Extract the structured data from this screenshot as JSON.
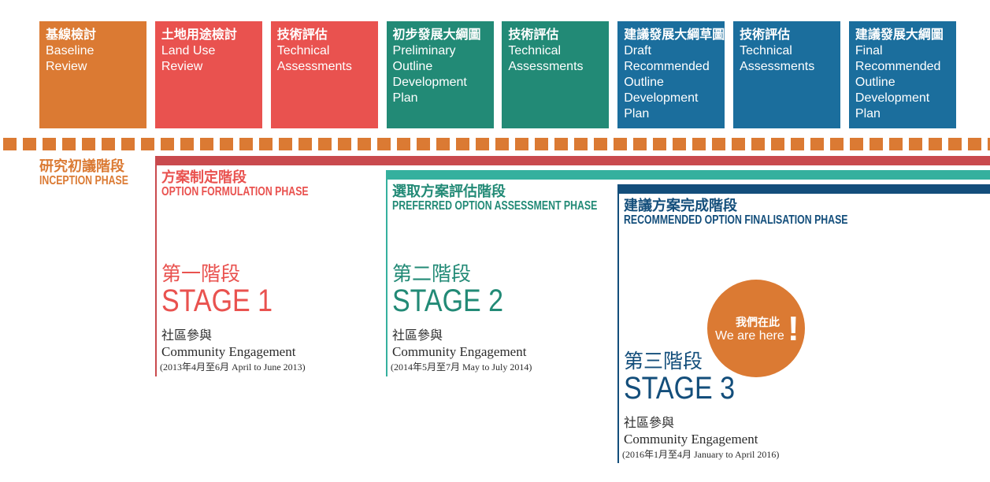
{
  "tasks": [
    {
      "zh": "基線檢討",
      "en": [
        "Baseline",
        "Review"
      ]
    },
    {
      "zh": "土地用途檢討",
      "en": [
        "Land Use",
        "Review"
      ]
    },
    {
      "zh": "技術評估",
      "en": [
        "Technical",
        "Assessments"
      ]
    },
    {
      "zh": "初步發展大綱圖",
      "en": [
        "Preliminary",
        "Outline",
        "Development",
        "Plan"
      ]
    },
    {
      "zh": "技術評估",
      "en": [
        "Technical",
        "Assessments"
      ]
    },
    {
      "zh": "建議發展大綱草圖",
      "en": [
        "Draft",
        "Recommended",
        "Outline",
        "Development",
        "Plan"
      ]
    },
    {
      "zh": "技術評估",
      "en": [
        "Technical",
        "Assessments"
      ]
    },
    {
      "zh": "建議發展大綱圖",
      "en": [
        "Final",
        "Recommended",
        "Outline",
        "Development",
        "Plan"
      ]
    }
  ],
  "phases": {
    "inception": {
      "zh": "研究初議階段",
      "en": "INCEPTION PHASE"
    },
    "option_formulation": {
      "zh": "方案制定階段",
      "en": "OPTION FORMULATION PHASE"
    },
    "preferred_option_assessment": {
      "zh": "選取方案評估階段",
      "en": "PREFERRED OPTION ASSESSMENT PHASE"
    },
    "recommended_option_finalisation": {
      "zh": "建議方案完成階段",
      "en": "RECOMMENDED OPTION FINALISATION PHASE"
    }
  },
  "stages": [
    {
      "zh": "第一階段",
      "en": "STAGE 1",
      "engagement_zh": "社區參與",
      "engagement_en": "Community Engagement",
      "period": "(2013年4月至6月 April to June 2013)"
    },
    {
      "zh": "第二階段",
      "en": "STAGE 2",
      "engagement_zh": "社區參與",
      "engagement_en": "Community Engagement",
      "period": "(2014年5月至7月 May to July 2014)"
    },
    {
      "zh": "第三階段",
      "en": "STAGE 3",
      "engagement_zh": "社區參與",
      "engagement_en": "Community Engagement",
      "period": "(2016年1月至4月 January to April 2016)"
    }
  ],
  "current_marker": {
    "zh": "我們在此",
    "en": "We are here",
    "mark": "!"
  },
  "colors": {
    "orange": "#DB7A33",
    "red": "#E9524F",
    "red-dark": "#C94A4E",
    "teal": "#228A76",
    "teal-light": "#35B09E",
    "blue": "#1B6E9D",
    "blue-dark": "#134E7B",
    "ink": "#2B2B2B"
  }
}
